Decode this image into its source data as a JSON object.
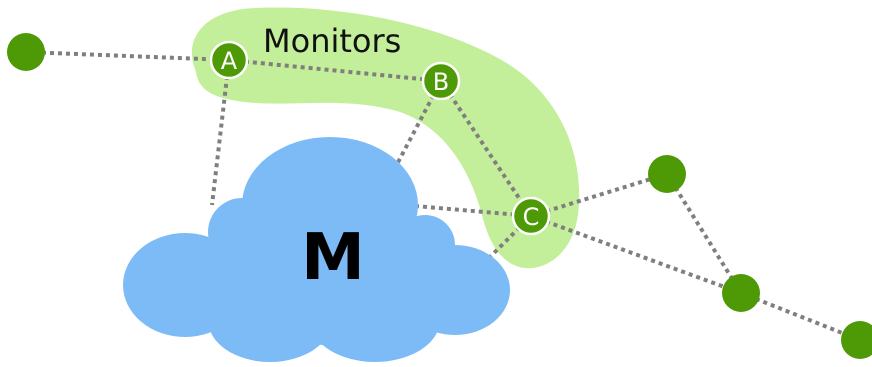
{
  "diagram": {
    "monitors_label": "Monitors",
    "cloud_label": "M",
    "monitor_nodes": [
      {
        "id": "A",
        "label": "A"
      },
      {
        "id": "B",
        "label": "B"
      },
      {
        "id": "C",
        "label": "C"
      }
    ],
    "colors": {
      "node_green": "#4e9a06",
      "highlight_green": "#c4ef9a",
      "cloud_blue": "#7dbbf7",
      "edge_gray": "#7f7f7f"
    }
  }
}
